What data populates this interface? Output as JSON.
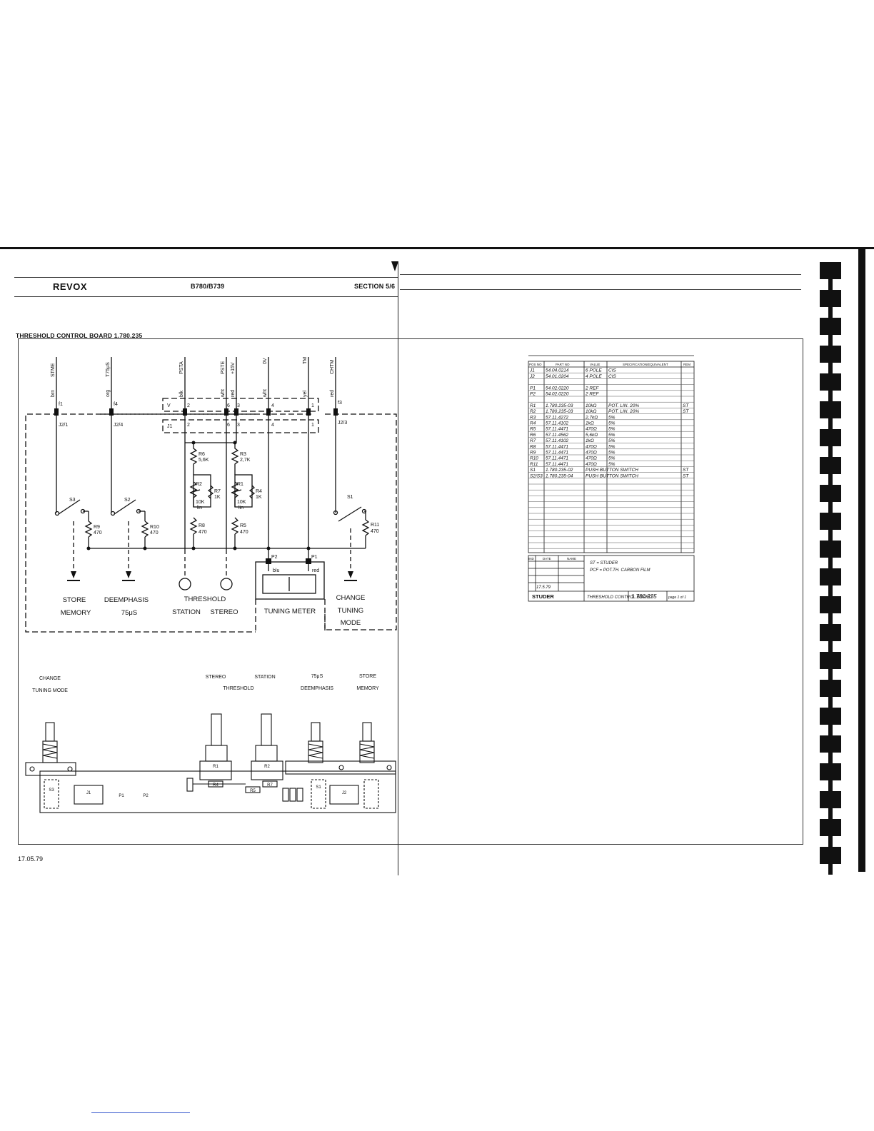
{
  "header": {
    "brand": "REVOX",
    "model": "B780/B739",
    "section": "SECTION 5/6"
  },
  "board_title": "THRESHOLD CONTROL BOARD  1.780.235",
  "signals": [
    "STME",
    "T75μS",
    "PSTA",
    "PSTE",
    "+15V",
    "0V",
    "TM",
    "CHTM"
  ],
  "wire_colors": [
    "brn",
    "org",
    "blk",
    "wht",
    "red",
    "wht",
    "yel",
    "red"
  ],
  "connectors": {
    "f_labels": [
      "f1",
      "f4",
      "f3"
    ],
    "j2_labels": [
      "J2/1",
      "J2/4",
      "J2/3"
    ],
    "v_label": "V",
    "j1_label": "J1",
    "pins": [
      "2",
      "6",
      "3",
      "4",
      "1"
    ],
    "p_labels": [
      "P2",
      "P1"
    ],
    "meter_terminals": [
      "blu",
      "red"
    ]
  },
  "components": {
    "switches": [
      "S3",
      "S2",
      "S1"
    ],
    "resistors": [
      {
        "ref": "R9",
        "value": "470"
      },
      {
        "ref": "R10",
        "value": "470"
      },
      {
        "ref": "R11",
        "value": "470"
      },
      {
        "ref": "R6",
        "value": "5,6K"
      },
      {
        "ref": "R3",
        "value": "2,7K"
      },
      {
        "ref": "R2",
        "value": ""
      },
      {
        "ref": "R1",
        "value": ""
      },
      {
        "ref": "R7",
        "value": "1K"
      },
      {
        "ref": "R4",
        "value": "1K"
      },
      {
        "ref": "R8",
        "value": "470"
      },
      {
        "ref": "R5",
        "value": "470"
      }
    ],
    "pot_values": [
      "10K",
      "lin"
    ]
  },
  "function_labels": {
    "store_memory": [
      "STORE",
      "MEMORY"
    ],
    "deemphasis": [
      "DEEMPHASIS",
      "75μS"
    ],
    "threshold": [
      "THRESHOLD",
      "STATION",
      "STEREO"
    ],
    "tuning_meter": "TUNING  METER",
    "change_tuning_mode": [
      "CHANGE",
      "TUNING",
      "MODE"
    ]
  },
  "layout_labels": {
    "change_tuning_mode": [
      "CHANGE",
      "TUNING MODE"
    ],
    "threshold": [
      "STEREO",
      "STATION",
      "THRESHOLD"
    ],
    "deemphasis": [
      "75μS",
      "DEEMPHASIS"
    ],
    "store_memory": [
      "STORE",
      "MEMORY"
    ],
    "pcb_refs": [
      "J1",
      "P1",
      "P2",
      "R1",
      "R2",
      "R4",
      "R5",
      "R7",
      "J2",
      "S3",
      "S1"
    ]
  },
  "parts_list": {
    "headers": [
      "POS NO",
      "PART NO",
      "VALUE",
      "SPECIFICATION/EQUIVALENT",
      "REM"
    ],
    "rows": [
      [
        "J1",
        "54.04.0214",
        "6 POLE",
        "CIS",
        ""
      ],
      [
        "J2",
        "54.01.0204",
        "4 POLE",
        "CIS",
        ""
      ],
      [
        "P1",
        "54.02.0220",
        "2 REF",
        "",
        ""
      ],
      [
        "P2",
        "54.02.0220",
        "2 REF",
        "",
        ""
      ],
      [
        "R1",
        "1.780.235-03",
        "10kΩ",
        "POT. LIN. 20%",
        "ST"
      ],
      [
        "R2",
        "1.780.235-03",
        "10kΩ",
        "POT. LIN. 20%",
        "ST"
      ],
      [
        "R3",
        "57.11.4272",
        "2,7kΩ",
        "5%",
        ""
      ],
      [
        "R4",
        "57.11.4102",
        "1kΩ",
        "5%",
        ""
      ],
      [
        "R5",
        "57.11.4471",
        "470Ω",
        "5%",
        ""
      ],
      [
        "R6",
        "57.11.4562",
        "5,6kΩ",
        "5%",
        ""
      ],
      [
        "R7",
        "57.11.4102",
        "1kΩ",
        "5%",
        ""
      ],
      [
        "R8",
        "57.11.4471",
        "470Ω",
        "5%",
        ""
      ],
      [
        "R9",
        "57.11.4471",
        "470Ω",
        "5%",
        ""
      ],
      [
        "R10",
        "57.11.4471",
        "470Ω",
        "5%",
        ""
      ],
      [
        "R11",
        "57.11.4471",
        "470Ω",
        "5%",
        ""
      ],
      [
        "S1",
        "1.780.235-02",
        "PUSH BUTTON SWITCH",
        "",
        "ST"
      ],
      [
        "S2/S3",
        "1.780.235-04",
        "PUSH BUTTON SWITCH",
        "",
        "ST"
      ]
    ],
    "revision_headers": [
      "IND",
      "DATE",
      "NAME"
    ],
    "notes": [
      "ST = STUDER",
      "PCF = POT.TH. CARBON FILM"
    ],
    "revision_date": "17.5.79",
    "footer_brand": "STUDER",
    "footer_title": "THRESHOLD CONTROL BOARD",
    "footer_part": "1.780.235",
    "footer_page": "page 1 of 1"
  },
  "footer_date": "17.05.79"
}
